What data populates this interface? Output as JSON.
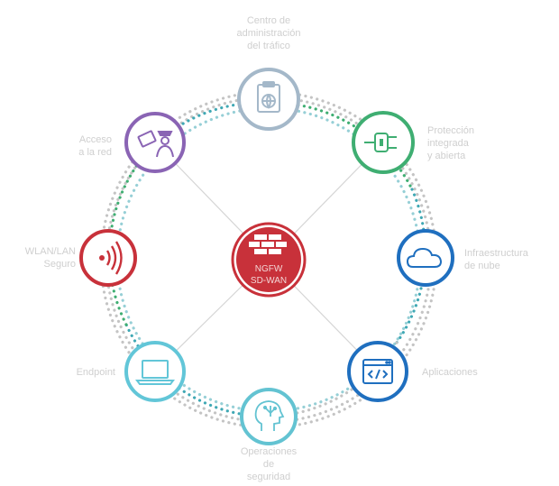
{
  "colors": {
    "red": "#c8313a",
    "purple": "#8a64b4",
    "grayblue": "#a4b8c9",
    "green": "#3fae72",
    "blue": "#1f6fbf",
    "cyan": "#62c6d8",
    "teal": "#63c3d2",
    "connector": "#d5d5d5",
    "dot_gray": "#c4c4c4",
    "dot_green": "#3fae72",
    "dot_teal": "#3fa8b4"
  },
  "center": {
    "label": "NGFW\nSD-WAN",
    "icon": "firewall-brick-icon"
  },
  "nodes": [
    {
      "key": "centro",
      "label": "Centro de\nadministración\ndel tráfico",
      "icon": "clipboard-globe-icon",
      "color": "grayblue"
    },
    {
      "key": "proteccion",
      "label": "Protección\nintegrada\ny abierta",
      "icon": "plug-connector-icon",
      "color": "green"
    },
    {
      "key": "nube",
      "label": "Infraestructura\nde nube",
      "icon": "cloud-icon",
      "color": "blue"
    },
    {
      "key": "aplicaciones",
      "label": "Aplicaciones",
      "icon": "code-window-icon",
      "color": "blue"
    },
    {
      "key": "operaciones",
      "label": "Operaciones\nde\nseguridad",
      "icon": "brain-head-icon",
      "color": "teal"
    },
    {
      "key": "endpoint",
      "label": "Endpoint",
      "icon": "laptop-icon",
      "color": "cyan"
    },
    {
      "key": "wlan",
      "label": "WLAN/LAN\nSeguro",
      "icon": "wireless-signal-icon",
      "color": "red"
    },
    {
      "key": "acceso",
      "label": "Acceso\na la red",
      "icon": "security-guard-icon",
      "color": "purple"
    }
  ]
}
